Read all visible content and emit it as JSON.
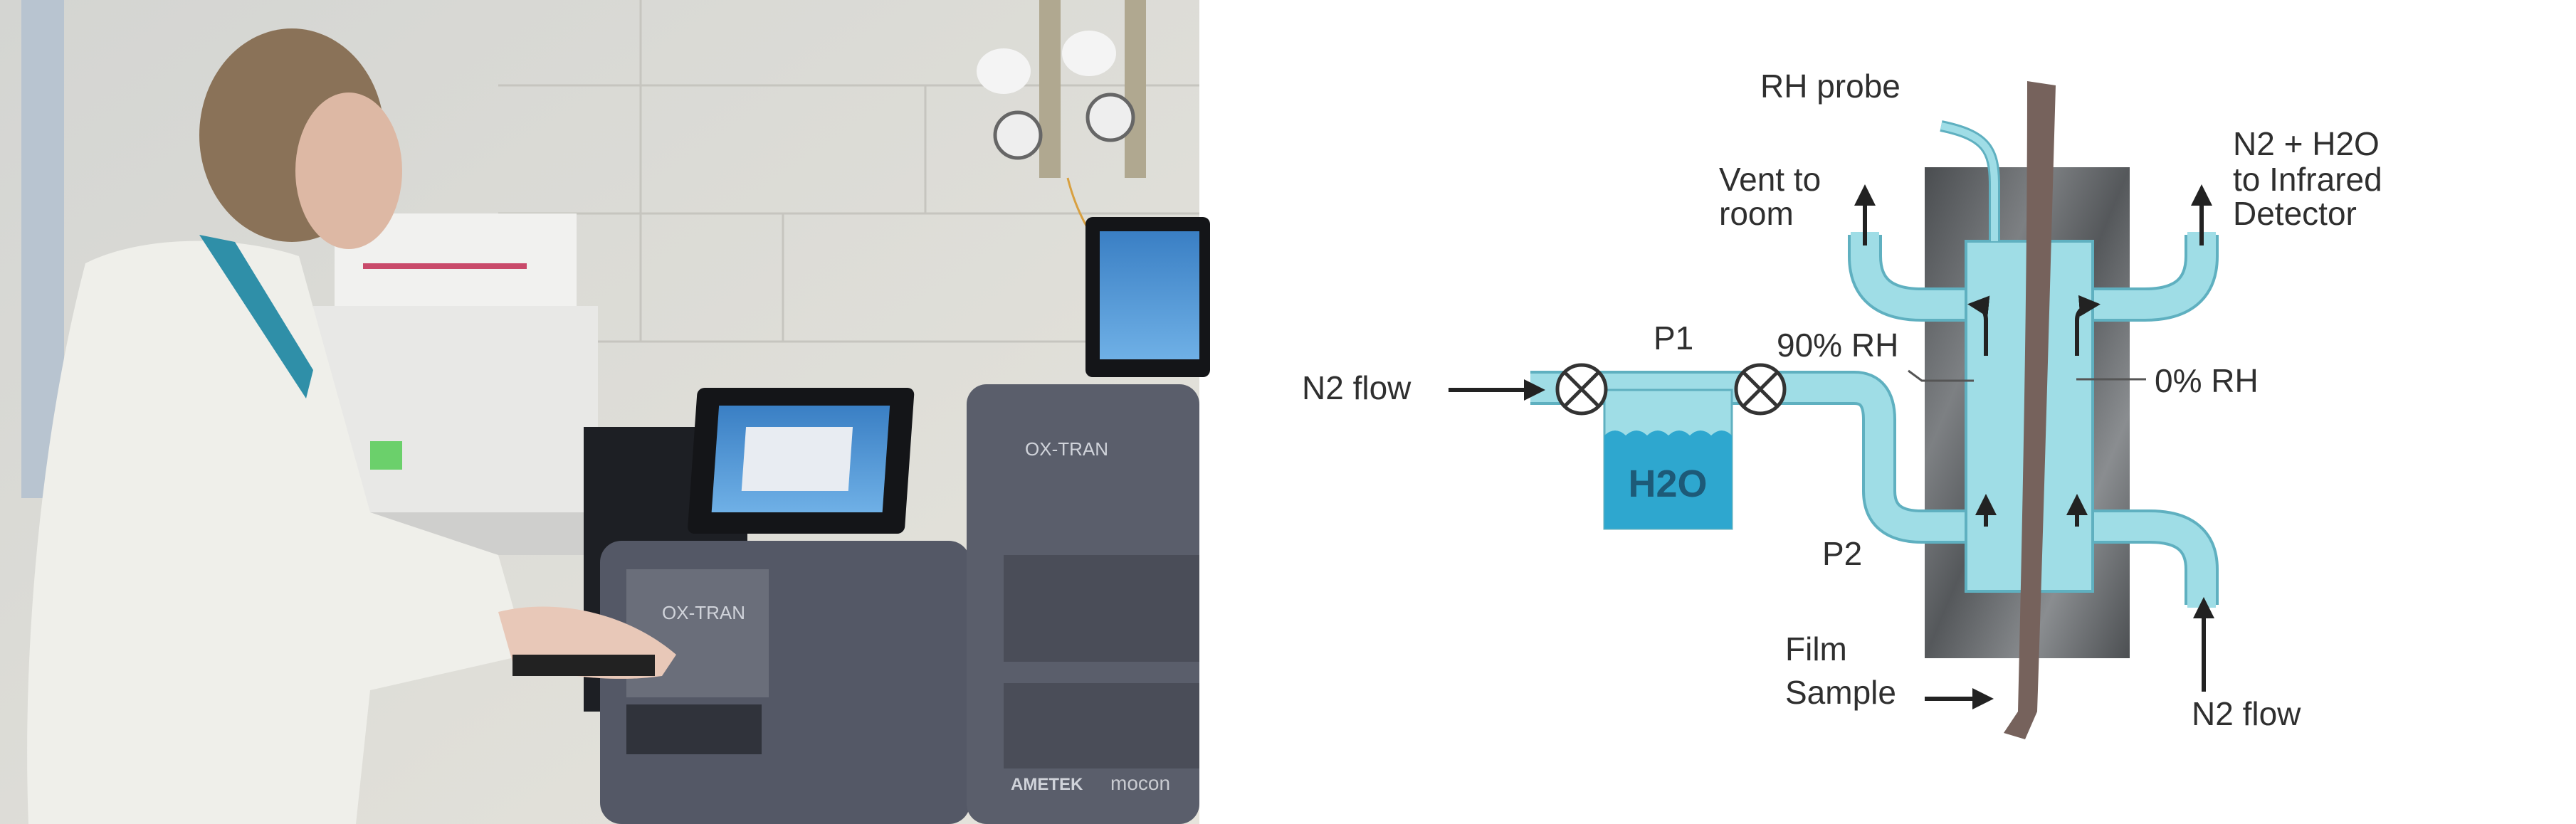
{
  "diagram": {
    "labels": {
      "rh_probe": "RH probe",
      "vent_line1": "Vent to",
      "vent_line2": "room",
      "detector_line1": "N2 + H2O",
      "detector_line2": "to Infrared",
      "detector_line3": "Detector",
      "p1": "P1",
      "rh90": "90% RH",
      "n2_flow_left": "N2 flow",
      "rh0": "0% RH",
      "p2": "P2",
      "film_line1": "Film",
      "film_line2": "Sample",
      "n2_flow_right": "N2 flow",
      "tank": "H2O"
    },
    "colors": {
      "pipe": "#9fdde6",
      "pipe_edge": "#5fb0c0",
      "water": "#2ea7cf",
      "block": "#5a5d60",
      "film": "#76625c"
    }
  },
  "photo": {
    "instrument_brand": "OX-TRAN",
    "maker_logos": [
      "AMETEK",
      "mocon"
    ]
  }
}
